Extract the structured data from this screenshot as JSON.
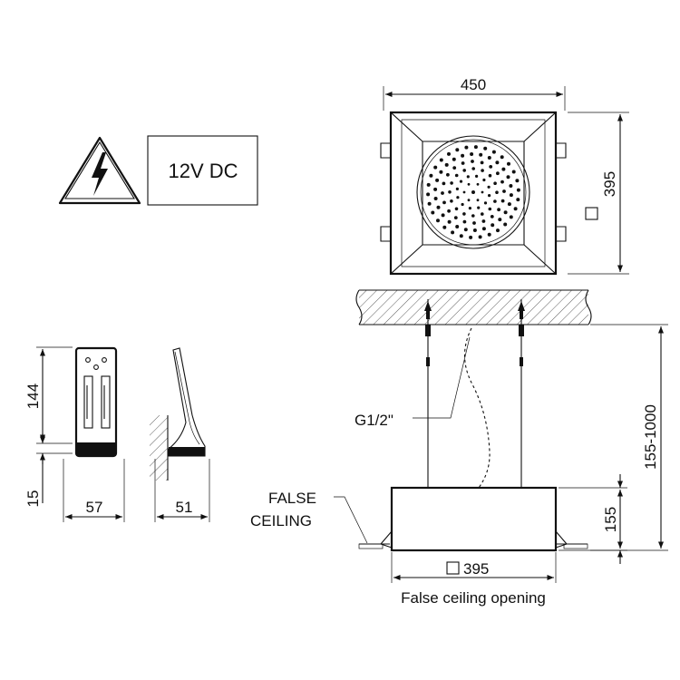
{
  "warning": {
    "voltage_label": "12V DC"
  },
  "top_view": {
    "width_label": "450",
    "side_label": "395"
  },
  "control_box": {
    "height_label": "144",
    "base_label": "15",
    "width_label": "57",
    "depth_label": "51"
  },
  "section": {
    "connection_label": "G1/2\"",
    "false_ceiling_label_line1": "FALSE",
    "false_ceiling_label_line2": "CEILING",
    "body_height_label": "155",
    "suspension_range_label": "155-1000",
    "opening_size_label": "395",
    "opening_caption": "False ceiling opening"
  }
}
